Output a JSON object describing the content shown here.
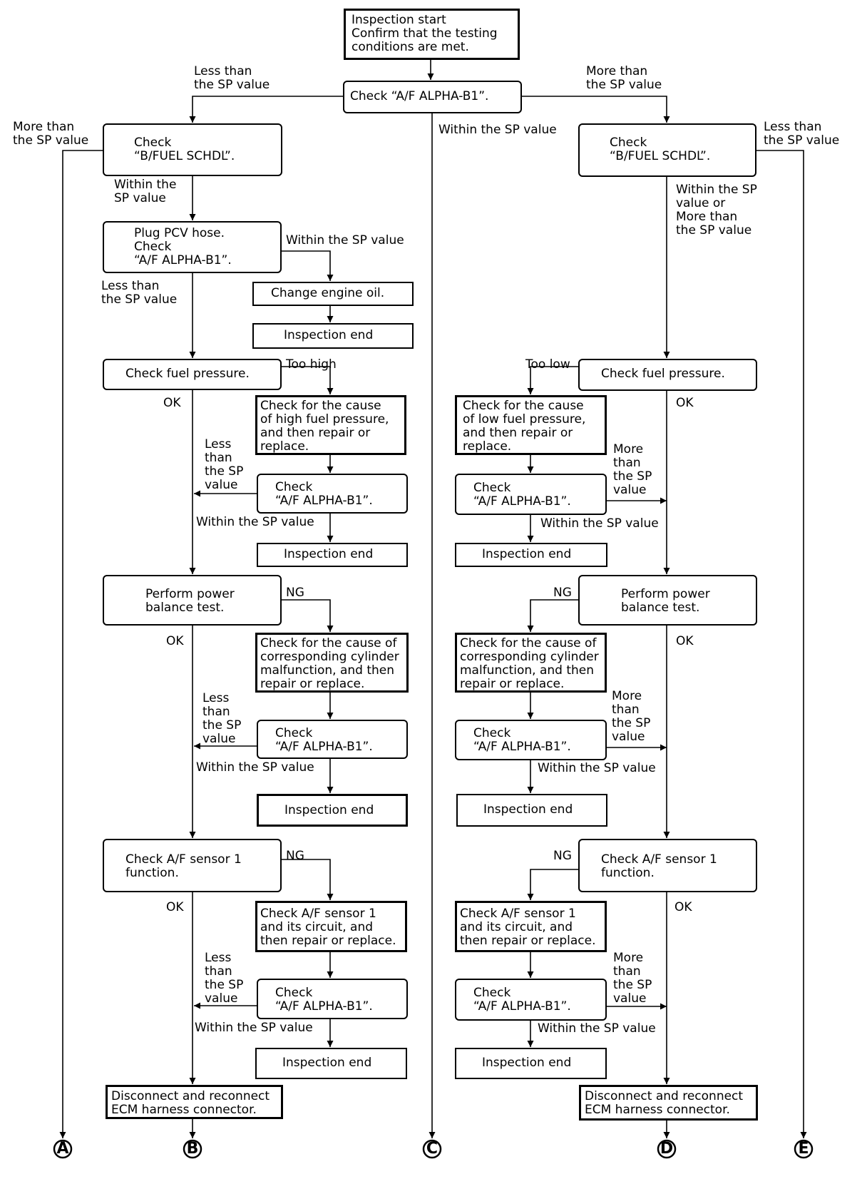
{
  "nodes": {
    "start": "Inspection start\nConfirm that the testing\nconditions are met.",
    "check_top": "Check “A/F ALPHA-B1”.",
    "l_fuel_schdl": "Check\n“B/FUEL SCHDL”.",
    "l_pcv": "Plug PCV hose.\nCheck\n“A/F ALPHA-B1”.",
    "l_oil": "Change engine oil.",
    "l_end1": "Inspection end",
    "l_pressure": "Check fuel pressure.",
    "l_high_cause": "Check for the cause\nof high fuel pressure,\nand then repair or\nreplace.",
    "l_check2": "Check\n“A/F ALPHA-B1”.",
    "l_end2": "Inspection end",
    "l_power": "Perform power\nbalance test.",
    "l_cyl_cause": "Check for the cause of\ncorresponding cylinder\nmalfunction, and then\nrepair or replace.",
    "l_check3": "Check\n“A/F ALPHA-B1”.",
    "l_end3": "Inspection end",
    "l_sensor": "Check A/F sensor 1\nfunction.",
    "l_sensor_circ": "Check A/F sensor 1\nand its circuit, and\nthen repair or replace.",
    "l_check4": "Check\n“A/F ALPHA-B1”.",
    "l_end4": "Inspection end",
    "l_ecm": "Disconnect and reconnect\nECM harness connector.",
    "r_fuel_schdl": "Check\n“B/FUEL SCHDL”.",
    "r_pressure": "Check fuel pressure.",
    "r_low_cause": "Check for the cause\nof low fuel pressure,\nand then repair or\nreplace.",
    "r_check2": "Check\n“A/F ALPHA-B1”.",
    "r_end2": "Inspection end",
    "r_power": "Perform power\nbalance test.",
    "r_cyl_cause": "Check for the cause of\ncorresponding cylinder\nmalfunction, and then\nrepair or replace.",
    "r_check3": "Check\n“A/F ALPHA-B1”.",
    "r_end3": "Inspection end",
    "r_sensor": "Check A/F sensor 1\nfunction.",
    "r_sensor_circ": "Check A/F sensor 1\nand its circuit, and\nthen repair or replace.",
    "r_check4": "Check\n“A/F ALPHA-B1”.",
    "r_end4": "Inspection end",
    "r_ecm": "Disconnect and reconnect\nECM harness connector."
  },
  "labels": {
    "top_less": "Less than\nthe SP value",
    "top_more": "More than\nthe SP value",
    "top_within": "Within the SP value",
    "l_more": "More than\nthe SP value",
    "l_within1": "Within the\nSP value",
    "l_pcv_within": "Within the SP value",
    "l_pcv_less": "Less than\nthe SP value",
    "l_too_high": "Too high",
    "l_ok1": "OK",
    "l_less2": "Less\nthan\nthe SP\nvalue",
    "l_within2": "Within the SP value",
    "l_ng1": "NG",
    "l_ok2": "OK",
    "l_less3": "Less\nthan\nthe SP\nvalue",
    "l_within3": "Within the SP value",
    "l_ng2": "NG",
    "l_ok3": "OK",
    "l_less4": "Less\nthan\nthe SP\nvalue",
    "l_within4": "Within the SP value",
    "r_less": "Less than\nthe SP value",
    "r_within1": "Within the SP\nvalue or\nMore than\nthe SP value",
    "r_too_low": "Too low",
    "r_ok1": "OK",
    "r_more2": "More\nthan\nthe SP\nvalue",
    "r_within2": "Within the SP value",
    "r_ng1": "NG",
    "r_ok2": "OK",
    "r_more3": "More\nthan\nthe SP\nvalue",
    "r_within3": "Within the SP value",
    "r_ng2": "NG",
    "r_ok3": "OK",
    "r_more4": "More\nthan\nthe SP\nvalue",
    "r_within4": "Within the SP value"
  },
  "connectors": {
    "a": "A",
    "b": "B",
    "c": "C",
    "d": "D",
    "e": "E"
  }
}
